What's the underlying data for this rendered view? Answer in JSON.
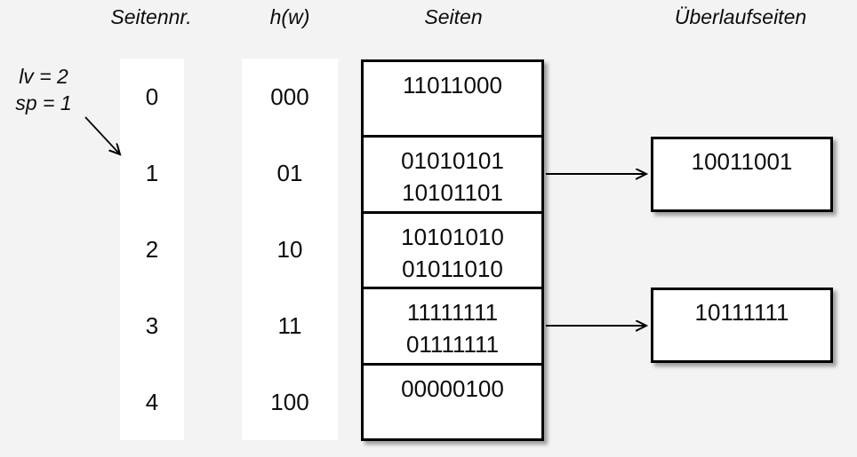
{
  "headers": {
    "seitennr": "Seitennr.",
    "hw": "h(w)",
    "seiten": "Seiten",
    "ueberlaufseiten": "Überlaufseiten"
  },
  "annotation": {
    "lv": "lv = 2",
    "sp": "sp = 1"
  },
  "table": {
    "rows": [
      {
        "nr": "0",
        "hash": "000",
        "page": [
          "11011000",
          ""
        ],
        "overflow": ""
      },
      {
        "nr": "1",
        "hash": "01",
        "page": [
          "01010101",
          "10101101"
        ],
        "overflow": "10011001"
      },
      {
        "nr": "2",
        "hash": "10",
        "page": [
          "10101010",
          "01011010"
        ],
        "overflow": ""
      },
      {
        "nr": "3",
        "hash": "11",
        "page": [
          "11111111",
          "01111111"
        ],
        "overflow": "10111111"
      },
      {
        "nr": "4",
        "hash": "100",
        "page": [
          "00000100",
          ""
        ],
        "overflow": ""
      }
    ]
  },
  "colors": {
    "background": "#f3f3f3",
    "box_background": "#ffffff",
    "border": "#000000",
    "text": "#0c0c0c"
  }
}
